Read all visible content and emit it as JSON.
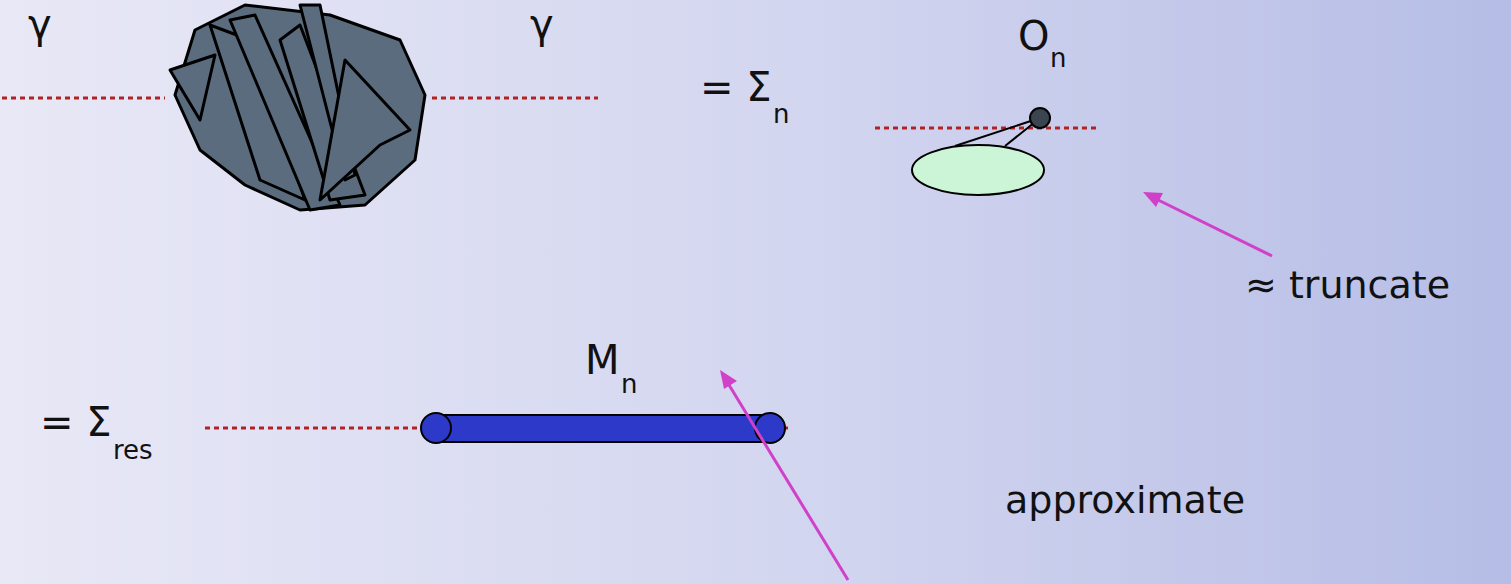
{
  "diagram": {
    "labels": [
      "γ",
      "γ",
      "= Σ",
      "n",
      "O",
      "n",
      "≈ truncate",
      "= Σ",
      "res",
      "M",
      "n",
      "approximate"
    ]
  }
}
